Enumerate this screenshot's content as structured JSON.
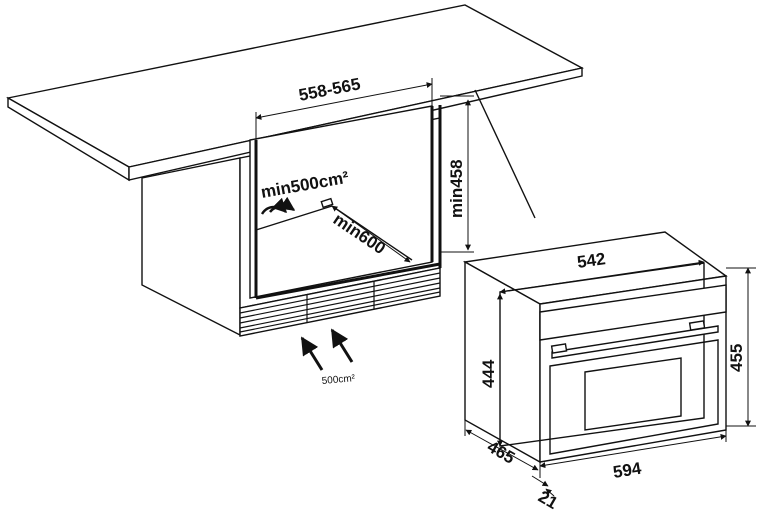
{
  "diagram": {
    "cabinet": {
      "width_range": "558-565",
      "height_min": "min458",
      "vent_area": "min500cm²",
      "depth_min": "min600",
      "plinth_vent_area": "500cm²"
    },
    "oven": {
      "top_width": "542",
      "height_body": "444",
      "height_total": "455",
      "depth": "465",
      "front_width": "594",
      "frame_depth": "21"
    }
  }
}
